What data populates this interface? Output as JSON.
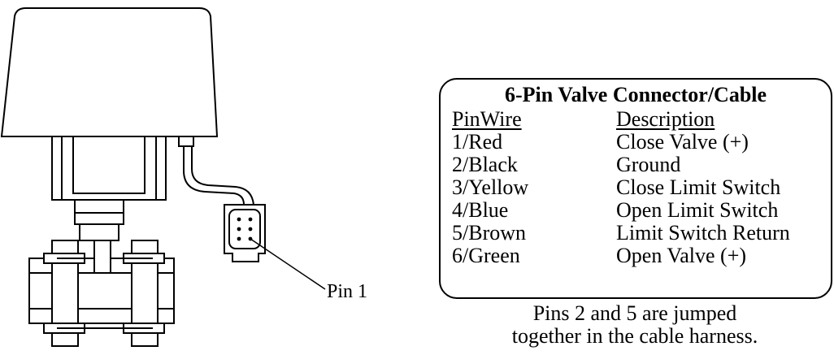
{
  "callout": {
    "label": "Pin 1"
  },
  "connector_table": {
    "title": "6-Pin Valve Connector/Cable",
    "header": {
      "pin_wire": "PinWire",
      "description": "Description"
    },
    "rows": [
      {
        "pin_wire": "1/Red",
        "description": "Close Valve (+)"
      },
      {
        "pin_wire": "2/Black",
        "description": "Ground"
      },
      {
        "pin_wire": "3/Yellow",
        "description": "Close Limit Switch"
      },
      {
        "pin_wire": "4/Blue",
        "description": "Open Limit Switch"
      },
      {
        "pin_wire": "5/Brown",
        "description": "Limit Switch Return"
      },
      {
        "pin_wire": "6/Green",
        "description": "Open Valve (+)"
      }
    ]
  },
  "note": {
    "line1": "Pins 2 and 5 are jumped",
    "line2": "together in the cable harness."
  }
}
